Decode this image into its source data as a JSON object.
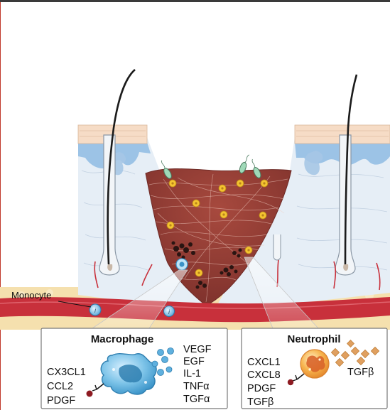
{
  "labels": {
    "monocyte": "Monocyte"
  },
  "macrophage": {
    "title": "Macrophage",
    "factors_left": [
      "CX3CL1",
      "CCL2",
      "PDGF"
    ],
    "factors_right": [
      "VEGF",
      "EGF",
      "IL-1",
      "TNFα",
      "TGFα"
    ]
  },
  "neutrophil": {
    "title": "Neutrophil",
    "factors_left": [
      "CXCL1",
      "CXCL8",
      "PDGF",
      "TGFβ"
    ],
    "factors_right": [
      "TGFβ"
    ]
  },
  "colors": {
    "wound_tissue": "#8e3b33",
    "epidermis": "#f6dcc6",
    "dermis": "#e6eef6",
    "blood_vessel": "#c8303b",
    "fat_layer": "#f5e0ae",
    "macrophage_cell": "#5fb0de",
    "neutrophil_cell": "#f3a23d",
    "granule": "#e0a060",
    "bacteria": "#9fd9b8"
  },
  "icons": [
    "hair-icon",
    "bacteria-icon",
    "platelet-icon",
    "macrophage-cell-icon",
    "neutrophil-cell-icon",
    "receptor-icon",
    "monocyte-icon"
  ]
}
